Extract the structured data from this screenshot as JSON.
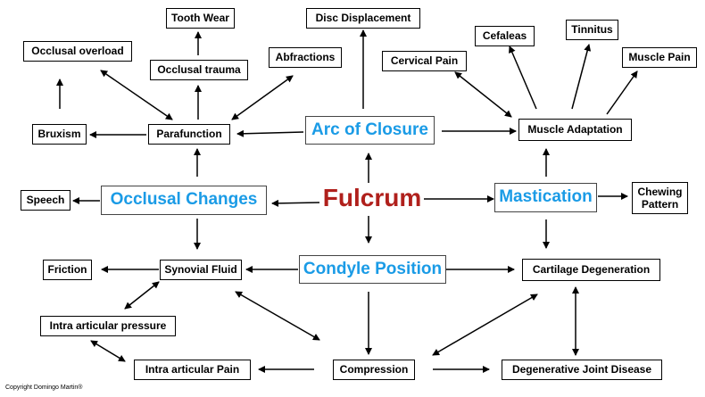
{
  "nodes": {
    "tooth_wear": "Tooth Wear",
    "disc_displacement": "Disc Displacement",
    "cefaleas": "Cefaleas",
    "tinnitus": "Tinnitus",
    "occlusal_overload": "Occlusal overload",
    "occlusal_trauma": "Occlusal trauma",
    "abfractions": "Abfractions",
    "cervical_pain": "Cervical Pain",
    "muscle_pain": "Muscle Pain",
    "bruxism": "Bruxism",
    "parafunction": "Parafunction",
    "arc_of_closure": "Arc of Closure",
    "muscle_adaptation": "Muscle Adaptation",
    "speech": "Speech",
    "occlusal_changes": "Occlusal  Changes",
    "fulcrum": "Fulcrum",
    "mastication": "Mastication",
    "chewing_pattern": "Chewing Pattern",
    "friction": "Friction",
    "synovial_fluid": "Synovial Fluid",
    "condyle_position": "Condyle Position",
    "cartilage_degeneration": "Cartilage Degeneration",
    "intra_articular_pressure": "Intra articular pressure",
    "intra_articular_pain": "Intra articular Pain",
    "compression": "Compression",
    "degenerative_joint_disease": "Degenerative Joint Disease"
  },
  "copyright": "Copyright Domingo Martin®",
  "colors": {
    "primary": "#1a9be6",
    "center": "#b0201c",
    "line": "#000000"
  }
}
